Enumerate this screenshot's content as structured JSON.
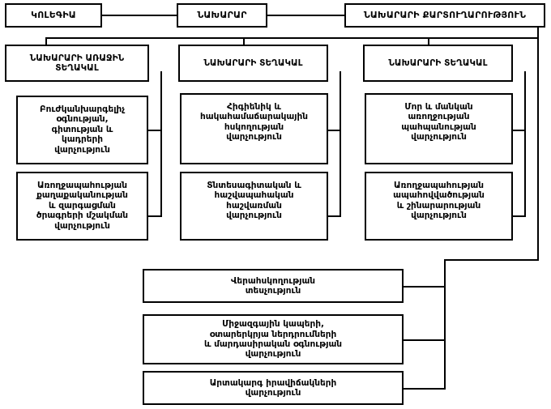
{
  "diagram": {
    "title": "Structure of the Ministry of Health",
    "type": "org-chart",
    "line_color": "#000000",
    "box_border_color": "#000000",
    "background_color": "#ffffff",
    "text_color": "#000000"
  },
  "top_level": {
    "collegium": "ԿՈԼԵԳԻԱ",
    "minister": "ՆԱԽԱՐԱՐ",
    "secretariat": "ՆԱԽԱՐԱՐԻ ՔԱՐՏՈՒՂԱՐՈՒԹՅՈՒՆ"
  },
  "deputies": [
    {
      "label": "ՆԱԽԱՐԱՐԻ ԱՌԱՋԻՆ\nՏԵՂԱԿԱԼ"
    },
    {
      "label": "ՆԱԽԱՐԱՐԻ ՏԵՂԱԿԱԼ"
    },
    {
      "label": "ՆԱԽԱՐԱՐԻ ՏԵՂԱԿԱԼ"
    }
  ],
  "departments": {
    "column_1": [
      {
        "label": "Բուժկանխարգելիչ\nօգնության,\nգիտության և\nկադրերի\nվարչություն"
      },
      {
        "label": "Առողջապահության\nքաղաքականության\nև զարգացման\nծրագրերի մշակման\nվարչություն"
      }
    ],
    "column_2": [
      {
        "label": "Հիգիենիկ և\nհակահամաճարակային\nհսկողության\nվարչություն"
      },
      {
        "label": "Տնտեսագիտական և\nհաշվապահական\nհաշվառման\nվարչություն"
      }
    ],
    "column_3": [
      {
        "label": "Մոր և մանկան\nառողջության\nպահպանության\nվարչություն"
      },
      {
        "label": "Առողջապահության\nապահովվածության\nև շինարարության\nվարչություն"
      }
    ]
  },
  "bottom_units": [
    {
      "label": "Վերահսկողության\nտեսչություն"
    },
    {
      "label": "Միջազգային կապերի,\nօտարերկրյա ներդրումների\nև մարդասիրական օգնության\nվարչություն"
    },
    {
      "label": "Արտակարգ իրավիճակների\nվարչություն"
    }
  ]
}
